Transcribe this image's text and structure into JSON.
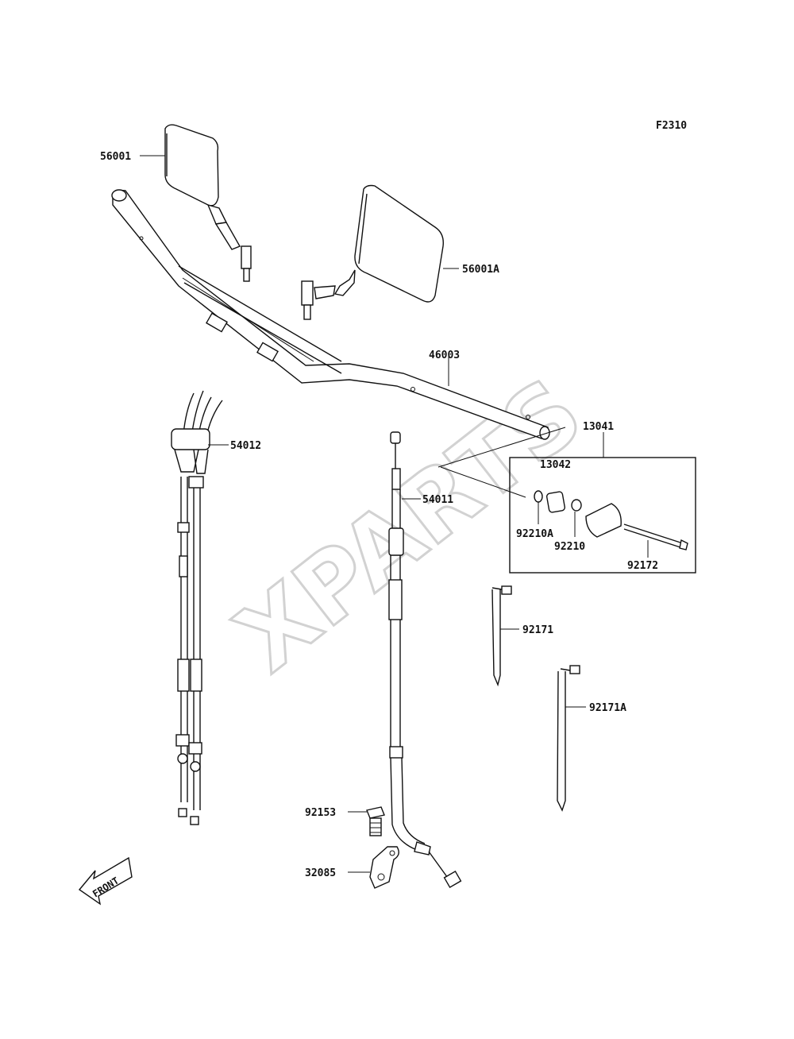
{
  "figure_code": "F2310",
  "watermark": "XPARTS",
  "front_label": "FRONT",
  "parts": {
    "mirror_left": "56001",
    "mirror_right": "56001A",
    "handlebar": "46003",
    "throttle_cable": "54012",
    "clutch_cable": "54011",
    "weight_assy": "13041",
    "weight": "13042",
    "collar_a": "92210A",
    "collar": "92210",
    "screw": "92172",
    "band": "92171",
    "band_a": "92171A",
    "bolt": "92153",
    "holder": "32085"
  }
}
